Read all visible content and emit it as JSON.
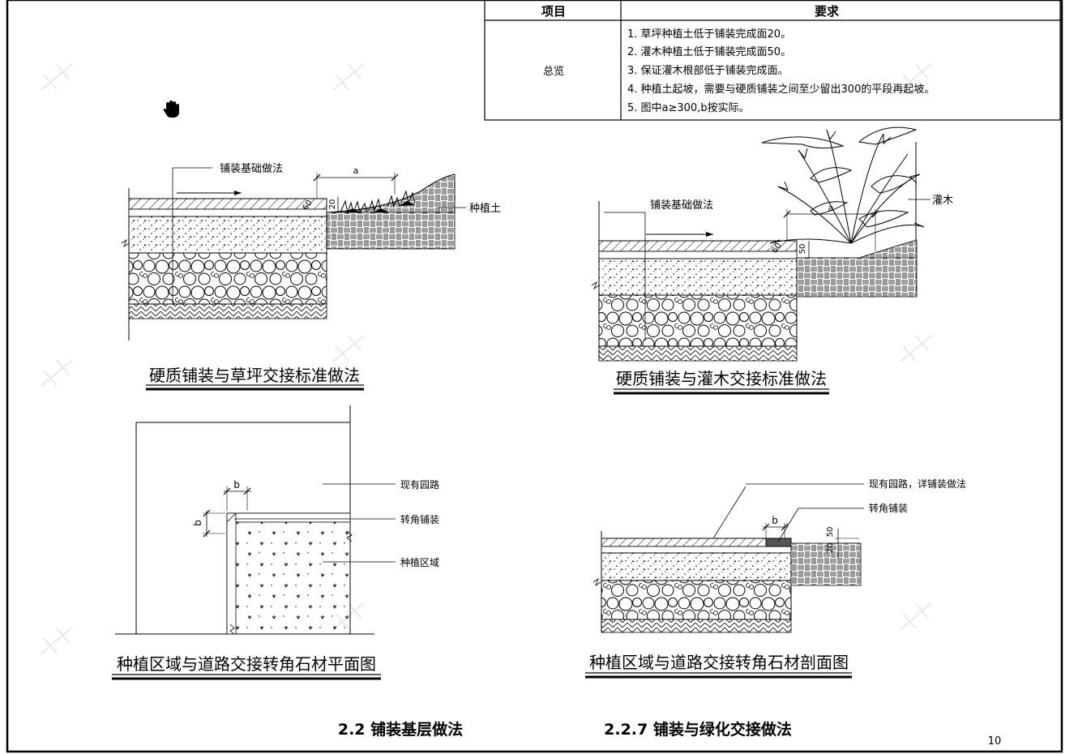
{
  "table": {
    "col_item": "项目",
    "col_req": "要求",
    "row_label": "总览",
    "requirements": [
      "1. 草坪种植土低于铺装完成面20。",
      "2. 灌木种植土低于铺装完成面50。",
      "3. 保证灌木根部低于铺装完成面。",
      "4. 种植土起坡，需要与硬质铺装之间至少留出300的平段再起坡。",
      "5. 图中a≥300,b按实际。"
    ]
  },
  "d1": {
    "title": "硬质铺装与草坪交接标准做法",
    "label_base": "铺装基础做法",
    "label_soil": "种植土",
    "dim_a": "a",
    "dim_20": "20",
    "dim_60": "60"
  },
  "d2": {
    "title": "硬质铺装与灌木交接标准做法",
    "label_base": "铺装基础做法",
    "label_shrub": "灌木",
    "dim_a": "a",
    "dim_50": "50",
    "dim_60": "60"
  },
  "d3": {
    "title": "种植区域与道路交接转角石材平面图",
    "label_road": "现有园路",
    "label_corner": "转角铺装",
    "label_plant": "种植区域",
    "dim_b1": "b",
    "dim_b2": "b"
  },
  "d4": {
    "title": "种植区域与道路交接转角石材剖面图",
    "label_road": "现有园路，详铺装做法",
    "label_corner": "转角铺装",
    "dim_b": "b",
    "dim_20": "20",
    "dim_50": "50"
  },
  "footer": {
    "section": "2.2 铺装基层做法",
    "subsection": "2.2.7 铺装与绿化交接做法",
    "page": "10"
  }
}
